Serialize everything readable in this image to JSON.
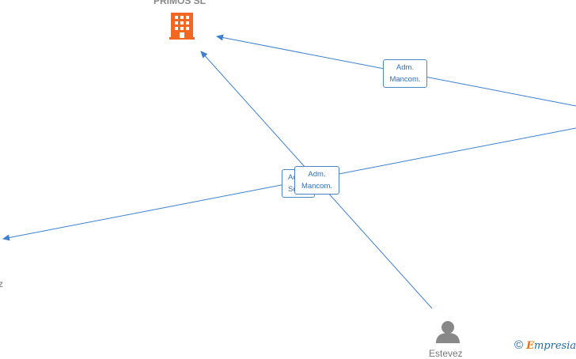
{
  "nodes": {
    "company": {
      "label": "PRIMOS  SL",
      "icon": "building-icon",
      "color": "#f26722"
    },
    "person_bottom": {
      "label": "Estevez",
      "icon": "person-icon",
      "color": "#888888"
    },
    "left_partial": {
      "label": "z"
    }
  },
  "edges": {
    "label_a": {
      "line1": "Adm.",
      "line2": "Mancom."
    },
    "label_b": {
      "line1": "Ad",
      "line2": "So"
    },
    "label_c": {
      "line1": "Adm.",
      "line2": "Mancom."
    }
  },
  "colors": {
    "edge": "#3d7fd1"
  },
  "logo": {
    "copyright": "©",
    "brand_first": "E",
    "brand_rest": "mpresia"
  }
}
